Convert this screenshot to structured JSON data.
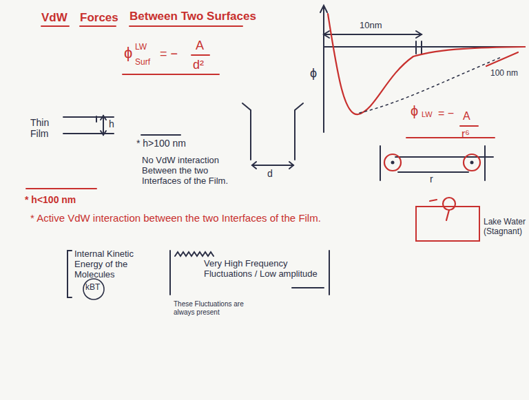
{
  "diagram": {
    "labels": [
      "VdW",
      "Forces",
      "Between Two Surfaces",
      "ϕ",
      "LW",
      "Surf",
      "= −",
      "A",
      "d²",
      "Thin Film",
      "h",
      "* h>100 nm",
      "No VdW interaction Between the two Interfaces of the Film.",
      "d",
      "ϕ",
      "10nm",
      "100 nm",
      "ϕ",
      "LW",
      "= −",
      "A",
      "r⁶",
      "r",
      "* h<100 nm",
      "* Active VdW interaction between the two Interfaces of the Film.",
      "Internal Kinetic Energy of the Molecules",
      "kBT",
      "These Fluctuations are always present",
      "Very High Frequency Fluctuations / Low amplitude",
      "Lake Water (Stagnant)"
    ]
  }
}
